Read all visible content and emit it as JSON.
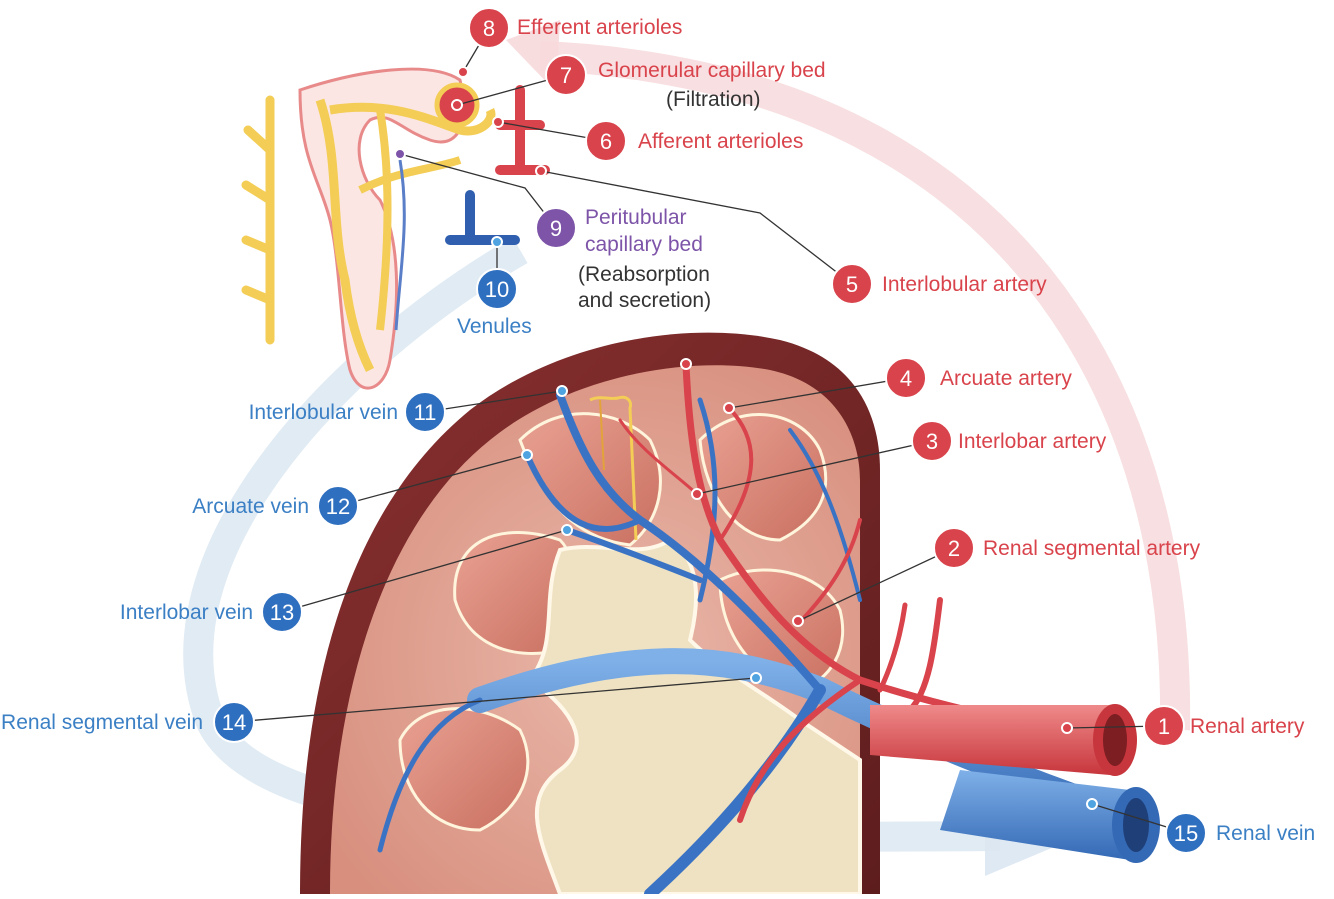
{
  "labels": {
    "l1": {
      "num": "1",
      "text": "Renal artery"
    },
    "l2": {
      "num": "2",
      "text": "Renal segmental artery"
    },
    "l3": {
      "num": "3",
      "text": "Interlobar artery"
    },
    "l4": {
      "num": "4",
      "text": "Arcuate artery"
    },
    "l5": {
      "num": "5",
      "text": "Interlobular artery"
    },
    "l6": {
      "num": "6",
      "text": "Afferent arterioles"
    },
    "l7": {
      "num": "7",
      "text": "Glomerular capillary bed",
      "note": "(Filtration)"
    },
    "l8": {
      "num": "8",
      "text": "Efferent arterioles"
    },
    "l9": {
      "num": "9",
      "text_line1": "Peritubular",
      "text_line2": "capillary bed",
      "note_line1": "(Reabsorption",
      "note_line2": "and secretion)"
    },
    "l10": {
      "num": "10",
      "text": "Venules"
    },
    "l11": {
      "num": "11",
      "text": "Interlobular vein"
    },
    "l12": {
      "num": "12",
      "text": "Arcuate vein"
    },
    "l13": {
      "num": "13",
      "text": "Interlobar vein"
    },
    "l14": {
      "num": "14",
      "text": "Renal segmental vein"
    },
    "l15": {
      "num": "15",
      "text": "Renal vein"
    }
  },
  "colors": {
    "artery": "#d9434b",
    "vein": "#2f6fbf",
    "capillary": "#7d54a8",
    "tubule": "#f3cd55",
    "cortex": "#e0a394",
    "capsule": "#7c2a2a",
    "pelvis": "#efe2c2"
  }
}
